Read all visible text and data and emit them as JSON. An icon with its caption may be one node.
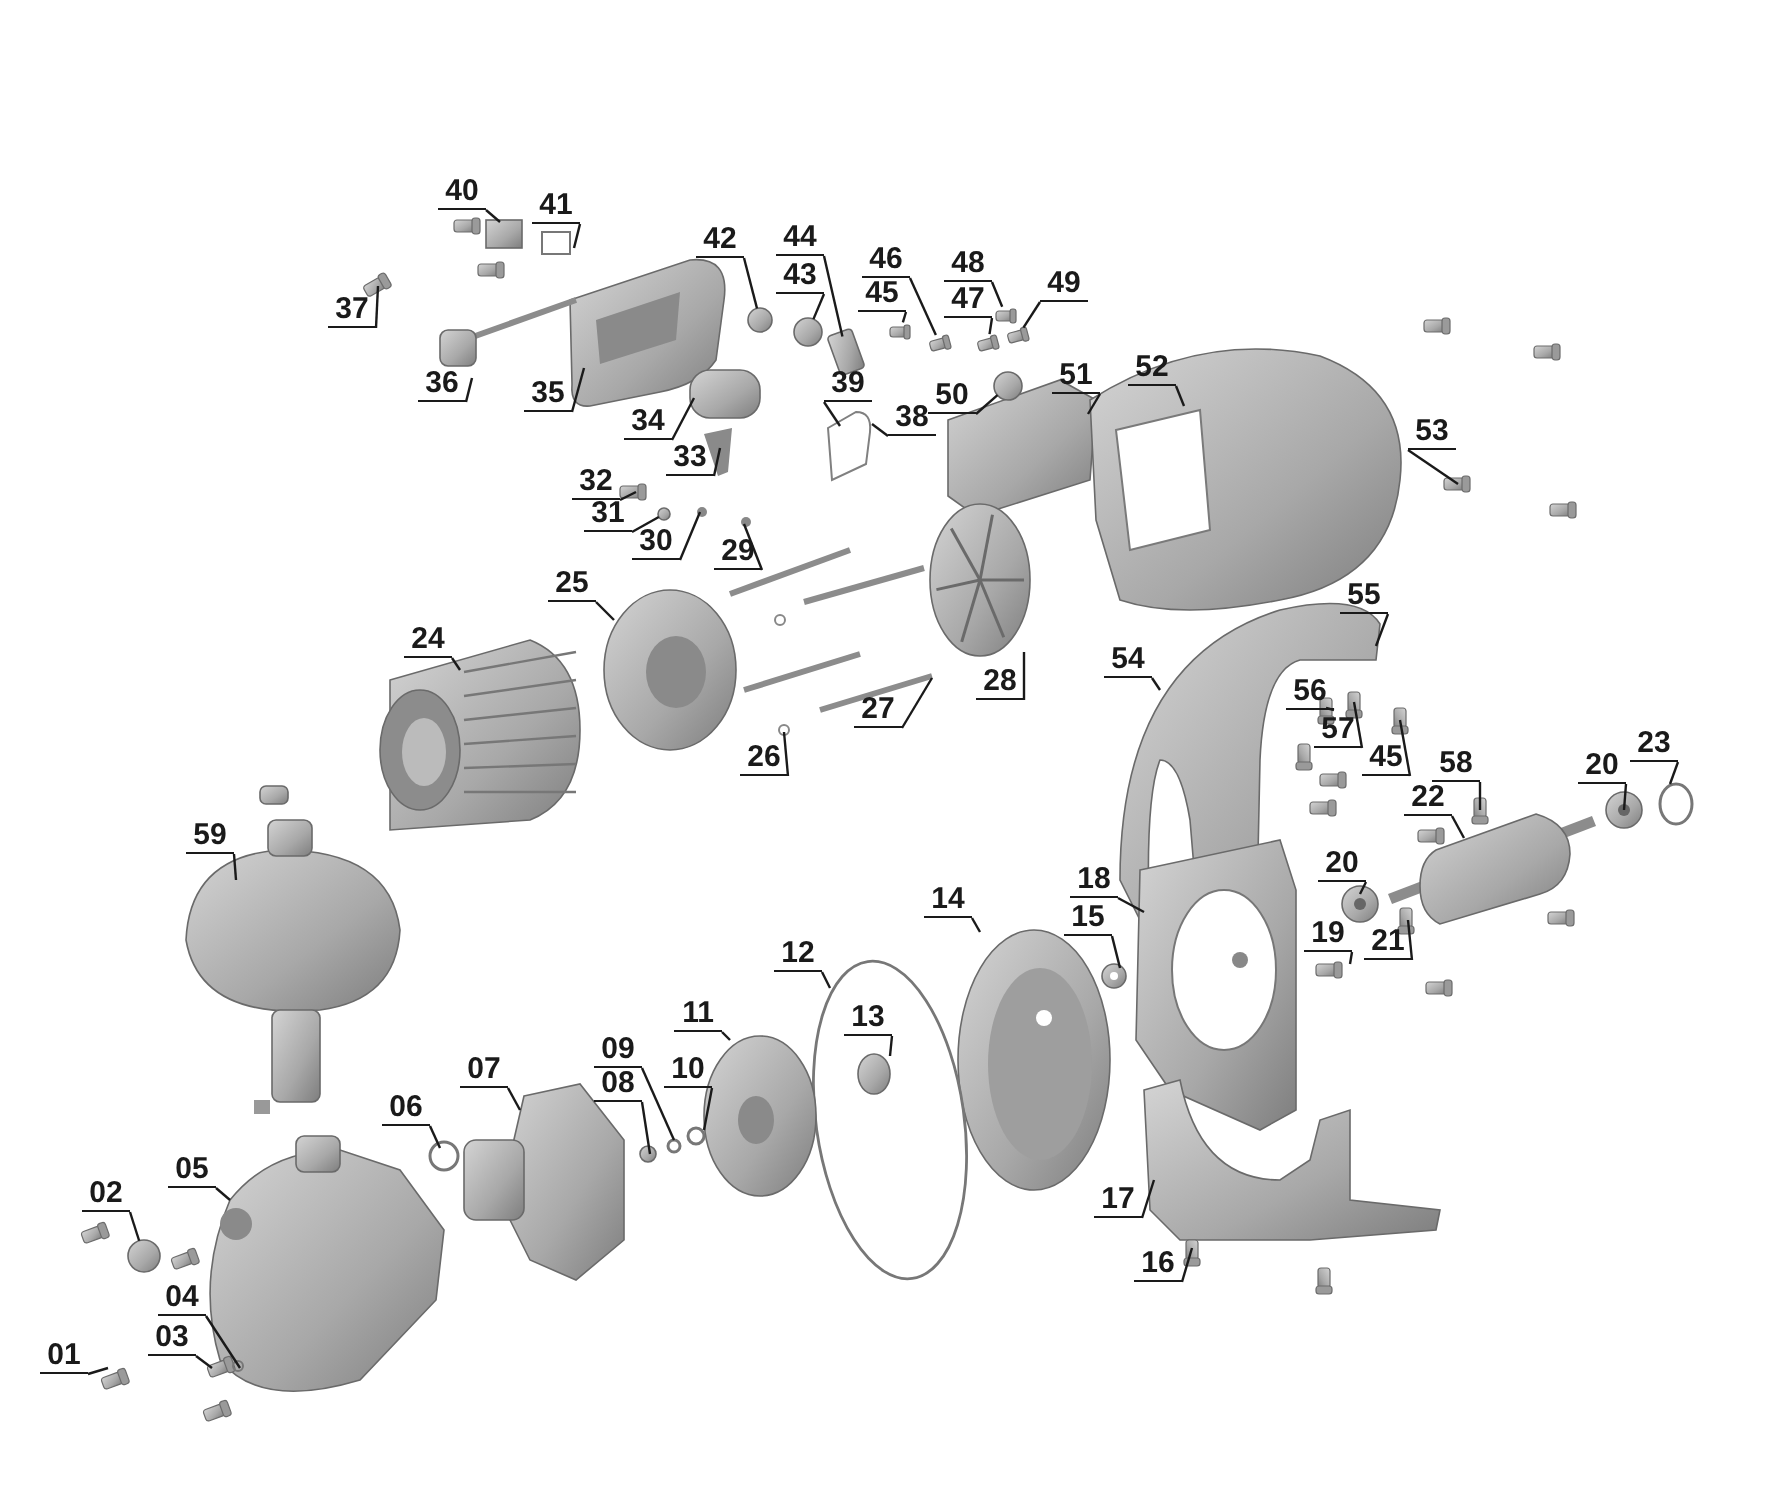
{
  "diagram": {
    "nodes": [
      {
        "text": [
          "40"
        ]
      },
      {
        "text": [
          "41"
        ]
      },
      {
        "text": [
          "37"
        ]
      },
      {
        "text": [
          "36"
        ]
      },
      {
        "text": [
          "35"
        ]
      },
      {
        "text": [
          "42"
        ]
      },
      {
        "text": [
          "44"
        ]
      },
      {
        "text": [
          "43"
        ]
      },
      {
        "text": [
          "46"
        ]
      },
      {
        "text": [
          "45"
        ]
      },
      {
        "text": [
          "48"
        ]
      },
      {
        "text": [
          "47"
        ]
      },
      {
        "text": [
          "49"
        ]
      },
      {
        "text": [
          "34"
        ]
      },
      {
        "text": [
          "39"
        ]
      },
      {
        "text": [
          "38"
        ]
      },
      {
        "text": [
          "50"
        ]
      },
      {
        "text": [
          "51"
        ]
      },
      {
        "text": [
          "52"
        ]
      },
      {
        "text": [
          "53"
        ]
      },
      {
        "text": [
          "33"
        ]
      },
      {
        "text": [
          "32"
        ]
      },
      {
        "text": [
          "31"
        ]
      },
      {
        "text": [
          "30"
        ]
      },
      {
        "text": [
          "29"
        ]
      },
      {
        "text": [
          "25"
        ]
      },
      {
        "text": [
          "55"
        ]
      },
      {
        "text": [
          "24"
        ]
      },
      {
        "text": [
          "54"
        ]
      },
      {
        "text": [
          "28"
        ]
      },
      {
        "text": [
          "56"
        ]
      },
      {
        "text": [
          "27"
        ]
      },
      {
        "text": [
          "57"
        ]
      },
      {
        "text": [
          "26"
        ]
      },
      {
        "text": [
          "45"
        ]
      },
      {
        "text": [
          "20"
        ]
      },
      {
        "text": [
          "23"
        ]
      },
      {
        "text": [
          "58"
        ]
      },
      {
        "text": [
          "22"
        ]
      },
      {
        "text": [
          "59"
        ]
      },
      {
        "text": [
          "20"
        ]
      },
      {
        "text": [
          "18"
        ]
      },
      {
        "text": [
          "14"
        ]
      },
      {
        "text": [
          "15"
        ]
      },
      {
        "text": [
          "19"
        ]
      },
      {
        "text": [
          "21"
        ]
      },
      {
        "text": [
          "12"
        ]
      },
      {
        "text": [
          "11"
        ]
      },
      {
        "text": [
          "13"
        ]
      },
      {
        "text": [
          "09"
        ]
      },
      {
        "text": [
          "07"
        ]
      },
      {
        "text": [
          "10"
        ]
      },
      {
        "text": [
          "08"
        ]
      },
      {
        "text": [
          "06"
        ]
      },
      {
        "text": [
          "05"
        ]
      },
      {
        "text": [
          "02"
        ]
      },
      {
        "text": [
          "17"
        ]
      },
      {
        "text": [
          "16"
        ]
      },
      {
        "text": [
          "04"
        ]
      },
      {
        "text": [
          "03"
        ]
      },
      {
        "text": [
          "01"
        ]
      },
      {
        "text": [],
        "shape": "circle"
      },
      {
        "text": [],
        "shape": "circle"
      },
      {
        "text": [],
        "shape": "circle"
      },
      {
        "text": [],
        "shape": "bar"
      },
      {
        "text": [],
        "shape": "bar"
      },
      {
        "text": [],
        "shape": "bar"
      },
      {
        "text": [],
        "shape": "circle"
      },
      {
        "text": [],
        "shape": "box"
      },
      {
        "text": [],
        "shape": "bar"
      },
      {
        "text": [],
        "shape": "bar"
      },
      {
        "text": [],
        "shape": "circle"
      }
    ],
    "edges": [
      {
        "from": 0,
        "to": null,
        "arrow": "none"
      },
      {
        "from": 1,
        "to": null,
        "arrow": "none"
      },
      {
        "from": 2,
        "to": null,
        "arrow": "none"
      },
      {
        "from": 3,
        "to": null,
        "arrow": "none"
      },
      {
        "from": 4,
        "to": null,
        "arrow": "none"
      },
      {
        "from": 5,
        "to": 63,
        "arrow": "none"
      },
      {
        "from": 6,
        "to": 68,
        "arrow": "none"
      },
      {
        "from": 7,
        "to": 67,
        "arrow": "none"
      },
      {
        "from": 8,
        "to": 64,
        "arrow": "none"
      },
      {
        "from": 9,
        "to": 69,
        "arrow": "none"
      },
      {
        "from": 10,
        "to": 65,
        "arrow": "none"
      },
      {
        "from": 11,
        "to": 70,
        "arrow": "none"
      },
      {
        "from": 12,
        "to": 66,
        "arrow": "none"
      },
      {
        "from": 13,
        "to": null,
        "arrow": "none"
      },
      {
        "from": 14,
        "to": null,
        "arrow": "none"
      },
      {
        "from": 15,
        "to": null,
        "arrow": "none"
      },
      {
        "from": 16,
        "to": 71,
        "arrow": "none"
      },
      {
        "from": 17,
        "to": null,
        "arrow": "none"
      },
      {
        "from": 18,
        "to": null,
        "arrow": "none"
      },
      {
        "from": 19,
        "to": null,
        "arrow": "none"
      },
      {
        "from": 20,
        "to": null,
        "arrow": "none"
      },
      {
        "from": 21,
        "to": null,
        "arrow": "none"
      },
      {
        "from": 22,
        "to": 62,
        "arrow": "none"
      },
      {
        "from": 23,
        "to": null,
        "arrow": "none"
      },
      {
        "from": 24,
        "to": null,
        "arrow": "none"
      },
      {
        "from": 25,
        "to": null,
        "arrow": "none"
      },
      {
        "from": 26,
        "to": null,
        "arrow": "none"
      },
      {
        "from": 27,
        "to": null,
        "arrow": "none"
      },
      {
        "from": 28,
        "to": null,
        "arrow": "none"
      },
      {
        "from": 29,
        "to": null,
        "arrow": "none"
      },
      {
        "from": 30,
        "to": null,
        "arrow": "none"
      },
      {
        "from": 31,
        "to": null,
        "arrow": "none"
      },
      {
        "from": 32,
        "to": null,
        "arrow": "none"
      },
      {
        "from": 33,
        "to": null,
        "arrow": "none"
      },
      {
        "from": 34,
        "to": null,
        "arrow": "none"
      },
      {
        "from": 35,
        "to": null,
        "arrow": "none"
      },
      {
        "from": 36,
        "to": null,
        "arrow": "none"
      },
      {
        "from": 37,
        "to": null,
        "arrow": "none"
      },
      {
        "from": 38,
        "to": null,
        "arrow": "none"
      },
      {
        "from": 39,
        "to": null,
        "arrow": "none"
      },
      {
        "from": 40,
        "to": null,
        "arrow": "none"
      },
      {
        "from": 41,
        "to": null,
        "arrow": "none"
      },
      {
        "from": 42,
        "to": null,
        "arrow": "none"
      },
      {
        "from": 43,
        "to": null,
        "arrow": "none"
      },
      {
        "from": 44,
        "to": null,
        "arrow": "none"
      },
      {
        "from": 45,
        "to": null,
        "arrow": "none"
      },
      {
        "from": 46,
        "to": null,
        "arrow": "none"
      },
      {
        "from": 47,
        "to": null,
        "arrow": "none"
      },
      {
        "from": 48,
        "to": null,
        "arrow": "none"
      },
      {
        "from": 49,
        "to": null,
        "arrow": "none"
      },
      {
        "from": 50,
        "to": null,
        "arrow": "none"
      },
      {
        "from": 51,
        "to": null,
        "arrow": "none"
      },
      {
        "from": 52,
        "to": null,
        "arrow": "none"
      },
      {
        "from": 53,
        "to": null,
        "arrow": "none"
      },
      {
        "from": 54,
        "to": null,
        "arrow": "none"
      },
      {
        "from": 55,
        "to": 61,
        "arrow": "none"
      },
      {
        "from": 56,
        "to": null,
        "arrow": "none"
      },
      {
        "from": 57,
        "to": null,
        "arrow": "none"
      },
      {
        "from": 58,
        "to": null,
        "arrow": "none"
      },
      {
        "from": 59,
        "to": null,
        "arrow": "none"
      },
      {
        "from": 60,
        "to": null,
        "arrow": "none"
      }
    ]
  }
}
